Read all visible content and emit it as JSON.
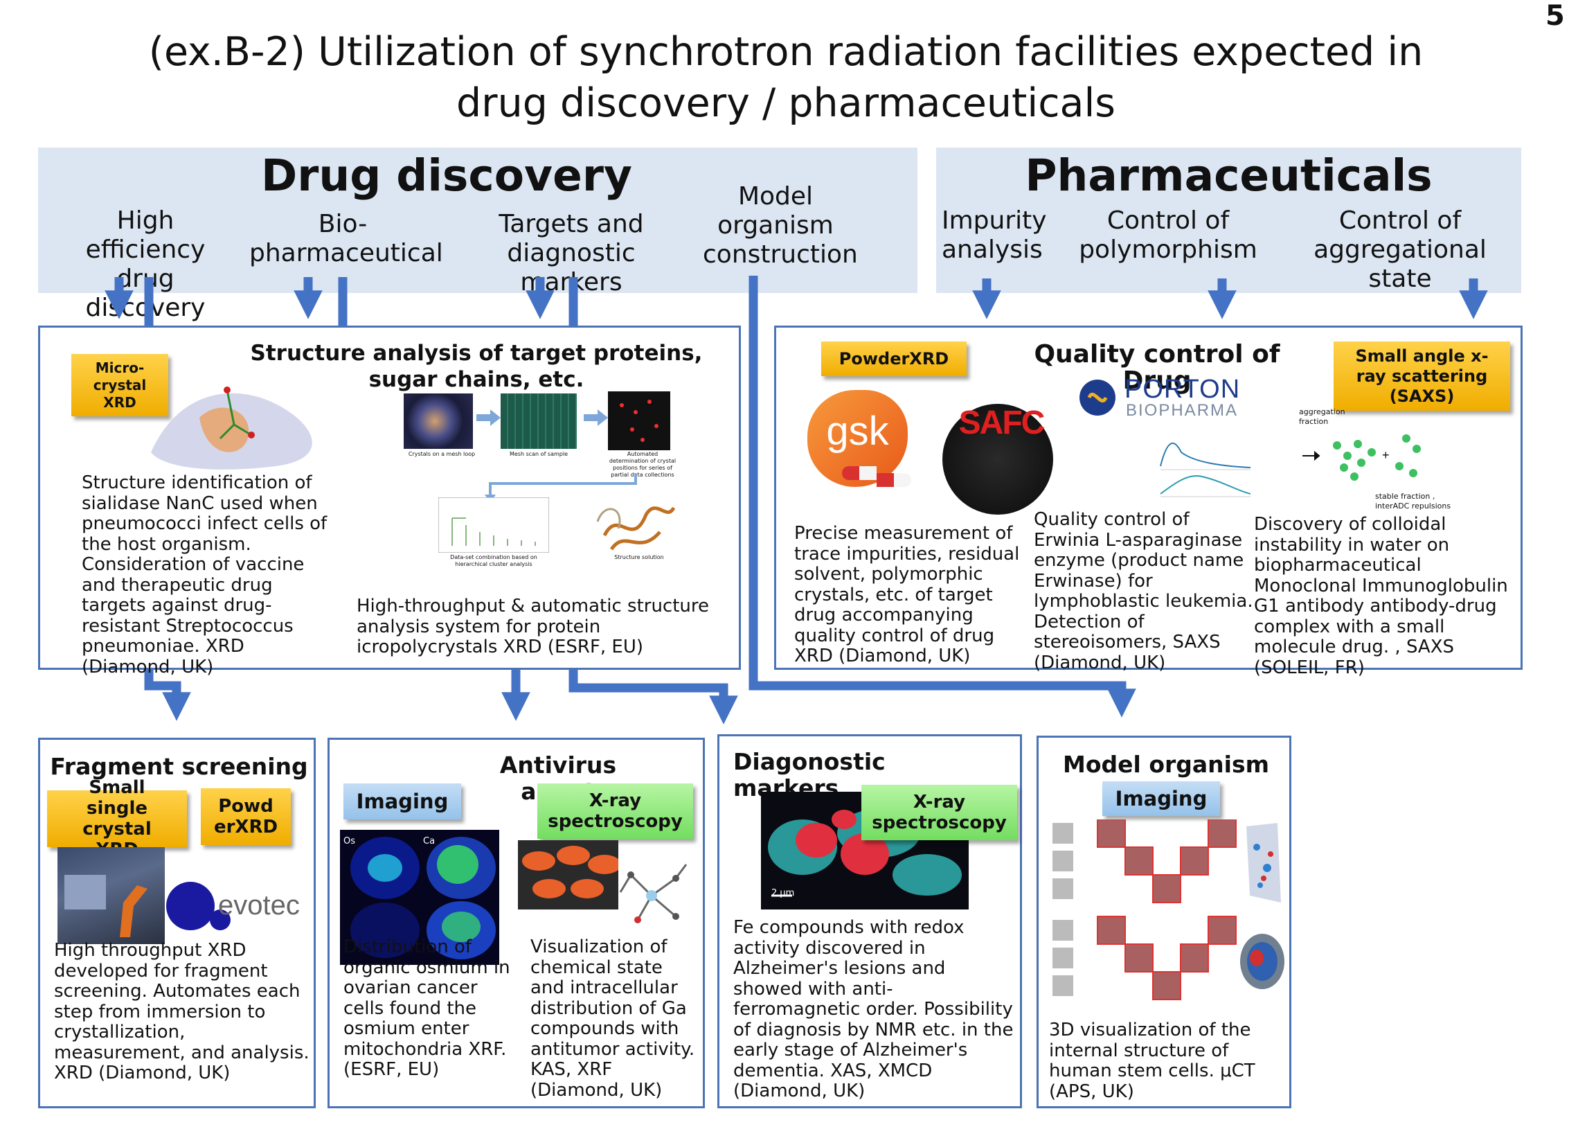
{
  "page_number": "5",
  "title": "(ex.B-2) Utilization of synchrotron radiation facilities expected in drug discovery / pharmaceuticals",
  "colors": {
    "banner": "#dce6f2",
    "arrow": "#4472c4",
    "box_border": "#4a74b6",
    "tag_gold": "#f7be16",
    "tag_blue": "#a9cff0",
    "tag_green": "#8be67a"
  },
  "drug_discovery": {
    "title": "Drug discovery",
    "categories": [
      "High efficiency drug discovery",
      "Bio- pharmaceutical",
      "Targets and diagnostic markers",
      "Model organism construction"
    ]
  },
  "pharmaceuticals": {
    "title": "Pharmaceuticals",
    "categories": [
      "Impurity analysis",
      "Control of polymorphism",
      "Control of aggregational state"
    ]
  },
  "structure_box": {
    "title": "Structure analysis of target proteins, sugar chains, etc.",
    "tag": "Micro- crystal XRD",
    "desc_left": "Structure identification of sialidase NanC used when pneumococci infect cells of the host organism. Consideration of vaccine and therapeutic drug targets against drug-resistant Streptococcus pneumoniae. XRD (Diamond, UK)",
    "desc_right": "High-throughput & automatic structure analysis system for protein icropolycrystals XRD (ESRF, EU)",
    "figure_captions": [
      "Crystals on a mesh loop",
      "Mesh scan of sample",
      "Automated determination of crystal positions for series of partial data collections",
      "Data-set combination based on hierarchical cluster analysis",
      "Structure solution"
    ]
  },
  "quality_box": {
    "title": "Quality control of Drug",
    "tag_left": "PowderXRD",
    "tag_right": "Small angle x-ray scattering (SAXS)",
    "logos": [
      "gsk",
      "SAFC",
      "PORTON",
      "BIOPHARMA"
    ],
    "fig_labels": [
      "aggregation fraction",
      "stable fraction , interADC repulsions"
    ],
    "desc_1": "Precise measurement of trace impurities, residual solvent, polymorphic crystals, etc. of target drug accompanying quality control of drug XRD (Diamond, UK)",
    "desc_2": "Quality control of Erwinia L-asparaginase enzyme (product name Erwinase) for lymphoblastic leukemia. Detection of stereoisomers, SAXS (Diamond, UK)",
    "desc_3": "Discovery of colloidal instability in water on biopharmaceutical Monoclonal Immunoglobulin G1 antibody antibody-drug complex with a small molecule drug. , SAXS (SOLEIL, FR)"
  },
  "fragment": {
    "title": "Fragment screening",
    "tag_1": "Small single crystal XRD",
    "tag_2": "Powd erXRD",
    "logo": "evotec",
    "desc": "High throughput XRD developed for fragment screening. Automates each step from immersion to crystallization, measurement, and analysis. XRD (Diamond, UK)"
  },
  "antivirus": {
    "title": "Antivirus agent",
    "tag_1": "Imaging",
    "tag_2": "X-ray spectroscopy",
    "img_labels": [
      "Os",
      "Ca"
    ],
    "desc_1": "Distribution of organic osmium in ovarian cancer cells found the osmium enter mitochondria XRF. (ESRF, EU)",
    "desc_2": "Visualization of chemical state and intracellular distribution of Ga compounds with antitumor activity. KAS, XRF (Diamond, UK)"
  },
  "diagnostic": {
    "title": "Diagonostic markers",
    "tag": "X-ray spectroscopy",
    "scale": "2 μm",
    "desc": "Fe compounds with redox activity discovered in Alzheimer's lesions and showed with anti-ferromagnetic order. Possibility of diagnosis by NMR etc. in the early stage of Alzheimer's dementia. XAS, XMCD (Diamond, UK)"
  },
  "model": {
    "title": "Model organism",
    "tag": "Imaging",
    "desc": "3D visualization of the internal structure of human stem cells. μCT (APS, UK)"
  }
}
